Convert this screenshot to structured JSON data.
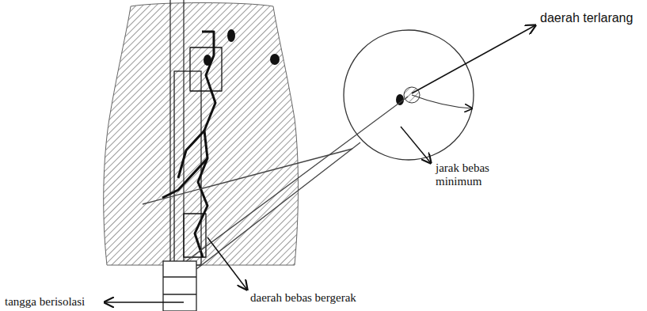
{
  "diagram": {
    "labels": [
      "daerah terlarang",
      "jarak bebas minimum",
      "tangga berisolasi",
      "daerah bebas bergerak"
    ]
  }
}
